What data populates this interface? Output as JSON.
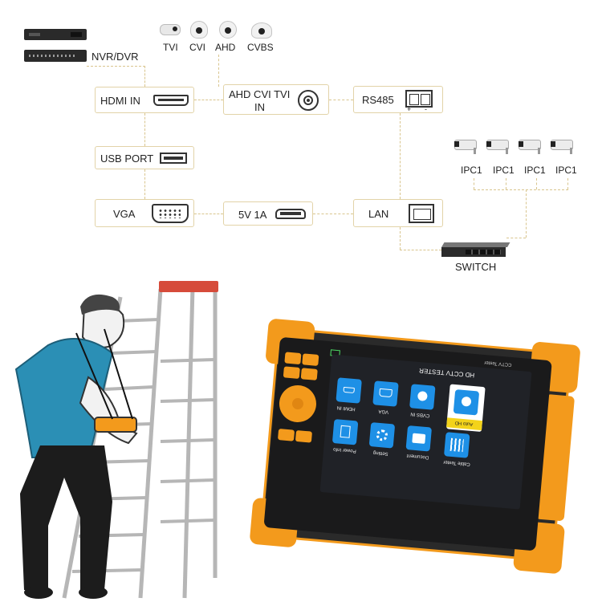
{
  "sources": {
    "nvr_label": "NVR/DVR"
  },
  "cameras": {
    "labels": [
      "TVI",
      "CVI",
      "AHD",
      "CVBS"
    ]
  },
  "ports": {
    "hdmi_in": "HDMI IN",
    "ahd_cvi_tvi_in_line1": "AHD CVI TVI",
    "ahd_cvi_tvi_in_line2": "IN",
    "rs485": "RS485",
    "usb_port": "USB PORT",
    "vga": "VGA",
    "power": "5V 1A",
    "lan": "LAN"
  },
  "rs485_signs": {
    "plus": "+",
    "minus": "-"
  },
  "ipc": {
    "labels": [
      "IPC1",
      "IPC1",
      "IPC1",
      "IPC1"
    ]
  },
  "switch": {
    "label": "SWITCH"
  },
  "device": {
    "brand_label": "CCTV Tester",
    "screen_title": "HD CCTV TESTER",
    "apps": [
      "HDMI IN",
      "VGA",
      "CVBS IN",
      "Power Info",
      "Setting",
      "Document",
      "Cable Tester"
    ],
    "featured_app": "Auto HD"
  },
  "colors": {
    "accent": "#f39a1c",
    "screen_bg": "#202227",
    "tile_blue": "#1e90e6",
    "shirt": "#2b8fb5",
    "connector_line": "#d9c58e"
  }
}
